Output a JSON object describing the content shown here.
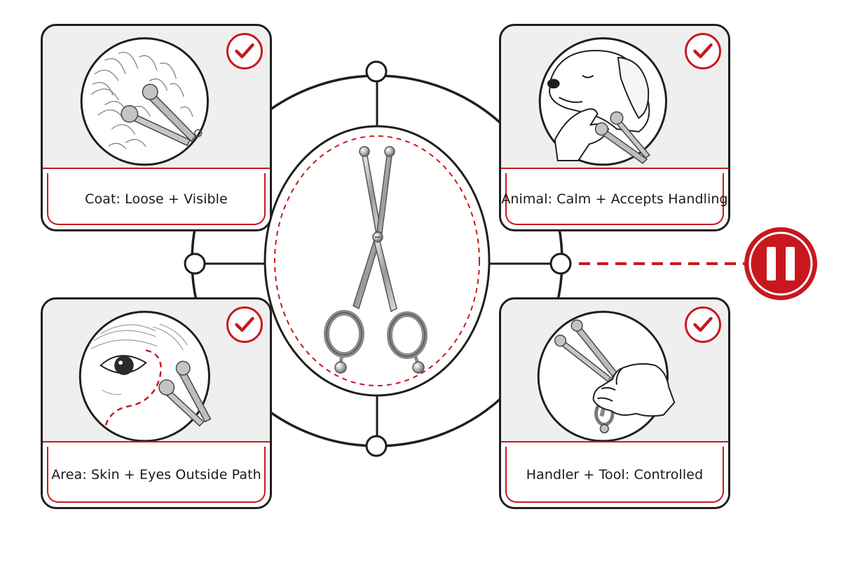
{
  "cards": {
    "coat": {
      "label": "Coat: Loose + Visible"
    },
    "animal": {
      "label": "Animal: Calm + Accepts Handling"
    },
    "area": {
      "label": "Area: Skin + Eyes Outside Path"
    },
    "handler": {
      "label": "Handler + Tool: Controlled"
    }
  },
  "icons": {
    "check": "check-icon",
    "pause": "pause-icon",
    "center_tool": "ball-tip-scissors-icon"
  },
  "colors": {
    "accent": "#c8181e",
    "line": "#1e1e1e",
    "card_fill": "#efefef"
  }
}
